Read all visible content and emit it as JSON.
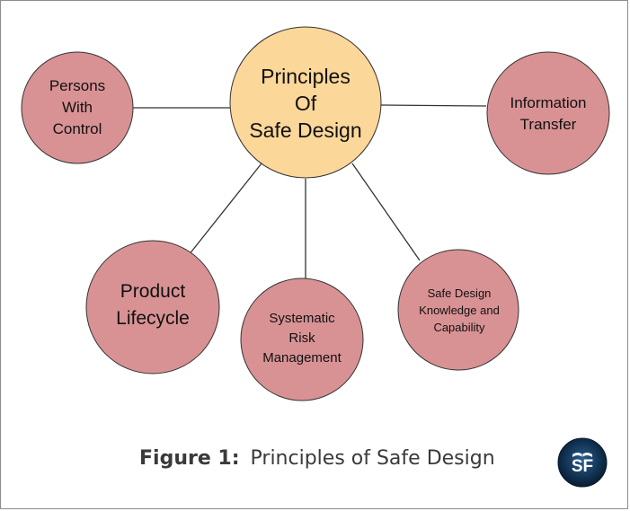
{
  "diagram": {
    "center": {
      "label": "Principles\nOf\nSafe Design",
      "fill": "#fcd79a"
    },
    "outer_fill": "#d99294",
    "stroke_color": "#333333",
    "line_color": "#333333",
    "nodes": {
      "persons": {
        "label": "Persons\nWith\nControl"
      },
      "information": {
        "label": "Information\nTransfer"
      },
      "product": {
        "label": "Product\nLifecycle"
      },
      "risk": {
        "label": "Systematic\nRisk\nManagement"
      },
      "knowledge": {
        "label": "Safe Design\nKnowledge and\nCapability"
      }
    }
  },
  "caption": {
    "prefix": "Figure 1:",
    "text": "Principles of Safe Design"
  },
  "logo": {
    "text": "SF",
    "icon": "book-icon"
  }
}
